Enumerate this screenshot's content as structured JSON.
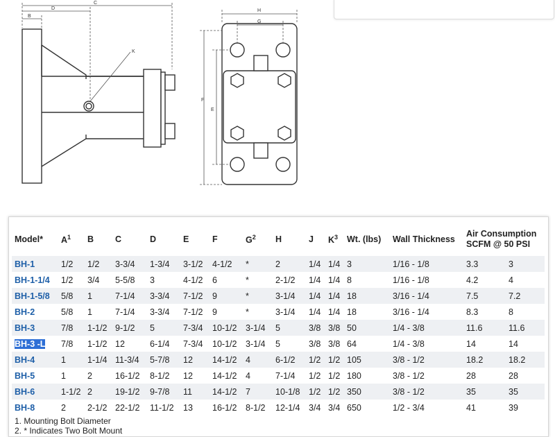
{
  "drawing": {
    "dim_labels": {
      "c": "C",
      "d": "D",
      "b": "B",
      "k": "K",
      "h": "H",
      "g": "G",
      "f": "F",
      "e": "E"
    }
  },
  "table": {
    "headers": {
      "model": "Model*",
      "a": "A",
      "a_sup": "1",
      "b": "B",
      "c": "C",
      "d": "D",
      "e": "E",
      "f": "F",
      "g": "G",
      "g_sup": "2",
      "h": "H",
      "j": "J",
      "k": "K",
      "k_sup": "3",
      "wt": "Wt. (lbs)",
      "wall": "Wall Thickness",
      "air_line1": "Air Consumption",
      "air_line2": "SCFM @ 50 PSI"
    },
    "rows": [
      {
        "model": "BH-1",
        "a": "1/2",
        "b": "1/2",
        "c": "3-3/4",
        "d": "1-3/4",
        "e": "3-1/2",
        "f": "4-1/2",
        "g": "*",
        "h": "2",
        "j": "1/4",
        "k": "1/4",
        "wt": "3",
        "wall": "1/16 - 1/8",
        "air1": "3.3",
        "air2": "3"
      },
      {
        "model": "BH-1-1/4",
        "a": "1/2",
        "b": "3/4",
        "c": "5-5/8",
        "d": "3",
        "e": "4-1/2",
        "f": "6",
        "g": "*",
        "h": "2-1/2",
        "j": "1/4",
        "k": "1/4",
        "wt": "8",
        "wall": "1/16 - 1/8",
        "air1": "4.2",
        "air2": "4"
      },
      {
        "model": "BH-1-5/8",
        "a": "5/8",
        "b": "1",
        "c": "7-1/4",
        "d": "3-3/4",
        "e": "7-1/2",
        "f": "9",
        "g": "*",
        "h": "3-1/4",
        "j": "1/4",
        "k": "1/4",
        "wt": "18",
        "wall": "3/16 - 1/4",
        "air1": "7.5",
        "air2": "7.2"
      },
      {
        "model": "BH-2",
        "a": "5/8",
        "b": "1",
        "c": "7-1/4",
        "d": "3-3/4",
        "e": "7-1/2",
        "f": "9",
        "g": "*",
        "h": "3-1/4",
        "j": "1/4",
        "k": "1/4",
        "wt": "18",
        "wall": "3/16 - 1/4",
        "air1": "8.3",
        "air2": "8"
      },
      {
        "model": "BH-3",
        "a": "7/8",
        "b": "1-1/2",
        "c": "9-1/2",
        "d": "5",
        "e": "7-3/4",
        "f": "10-1/2",
        "g": "3-1/4",
        "h": "5",
        "j": "3/8",
        "k": "3/8",
        "wt": "50",
        "wall": "1/4 - 3/8",
        "air1": "11.6",
        "air2": "11.6"
      },
      {
        "model": "BH-3 -L",
        "a": "7/8",
        "b": "1-1/2",
        "c": "12",
        "d": "6-1/4",
        "e": "7-3/4",
        "f": "10-1/2",
        "g": "3-1/4",
        "h": "5",
        "j": "3/8",
        "k": "3/8",
        "wt": "64",
        "wall": "1/4 - 3/8",
        "air1": "14",
        "air2": "14"
      },
      {
        "model": "BH-4",
        "a": "1",
        "b": "1-1/4",
        "c": "11-3/4",
        "d": "5-7/8",
        "e": "12",
        "f": "14-1/2",
        "g": "4",
        "h": "6-1/2",
        "j": "1/2",
        "k": "1/2",
        "wt": "105",
        "wall": "3/8 - 1/2",
        "air1": "18.2",
        "air2": "18.2"
      },
      {
        "model": "BH-5",
        "a": "1",
        "b": "2",
        "c": "16-1/2",
        "d": "8-1/2",
        "e": "12",
        "f": "14-1/2",
        "g": "4",
        "h": "7-1/4",
        "j": "1/2",
        "k": "1/2",
        "wt": "180",
        "wall": "3/8 - 1/2",
        "air1": "28",
        "air2": "28"
      },
      {
        "model": "BH-6",
        "a": "1-1/2",
        "b": "2",
        "c": "19-1/2",
        "d": "9-7/8",
        "e": "11",
        "f": "14-1/2",
        "g": "7",
        "h": "10-1/8",
        "j": "1/2",
        "k": "1/2",
        "wt": "350",
        "wall": "3/8 - 1/2",
        "air1": "35",
        "air2": "35"
      },
      {
        "model": "BH-8",
        "a": "2",
        "b": "2-1/2",
        "c": "22-1/2",
        "d": "11-1/2",
        "e": "13",
        "f": "16-1/2",
        "g": "8-1/2",
        "h": "12-1/4",
        "j": "3/4",
        "k": "3/4",
        "wt": "650",
        "wall": "1/2 - 3/4",
        "air1": "41",
        "air2": "39"
      }
    ],
    "selected_row": 5
  },
  "notes": [
    "1. Mounting Bolt Diameter",
    "2. * Indicates Two Bolt Mount"
  ]
}
